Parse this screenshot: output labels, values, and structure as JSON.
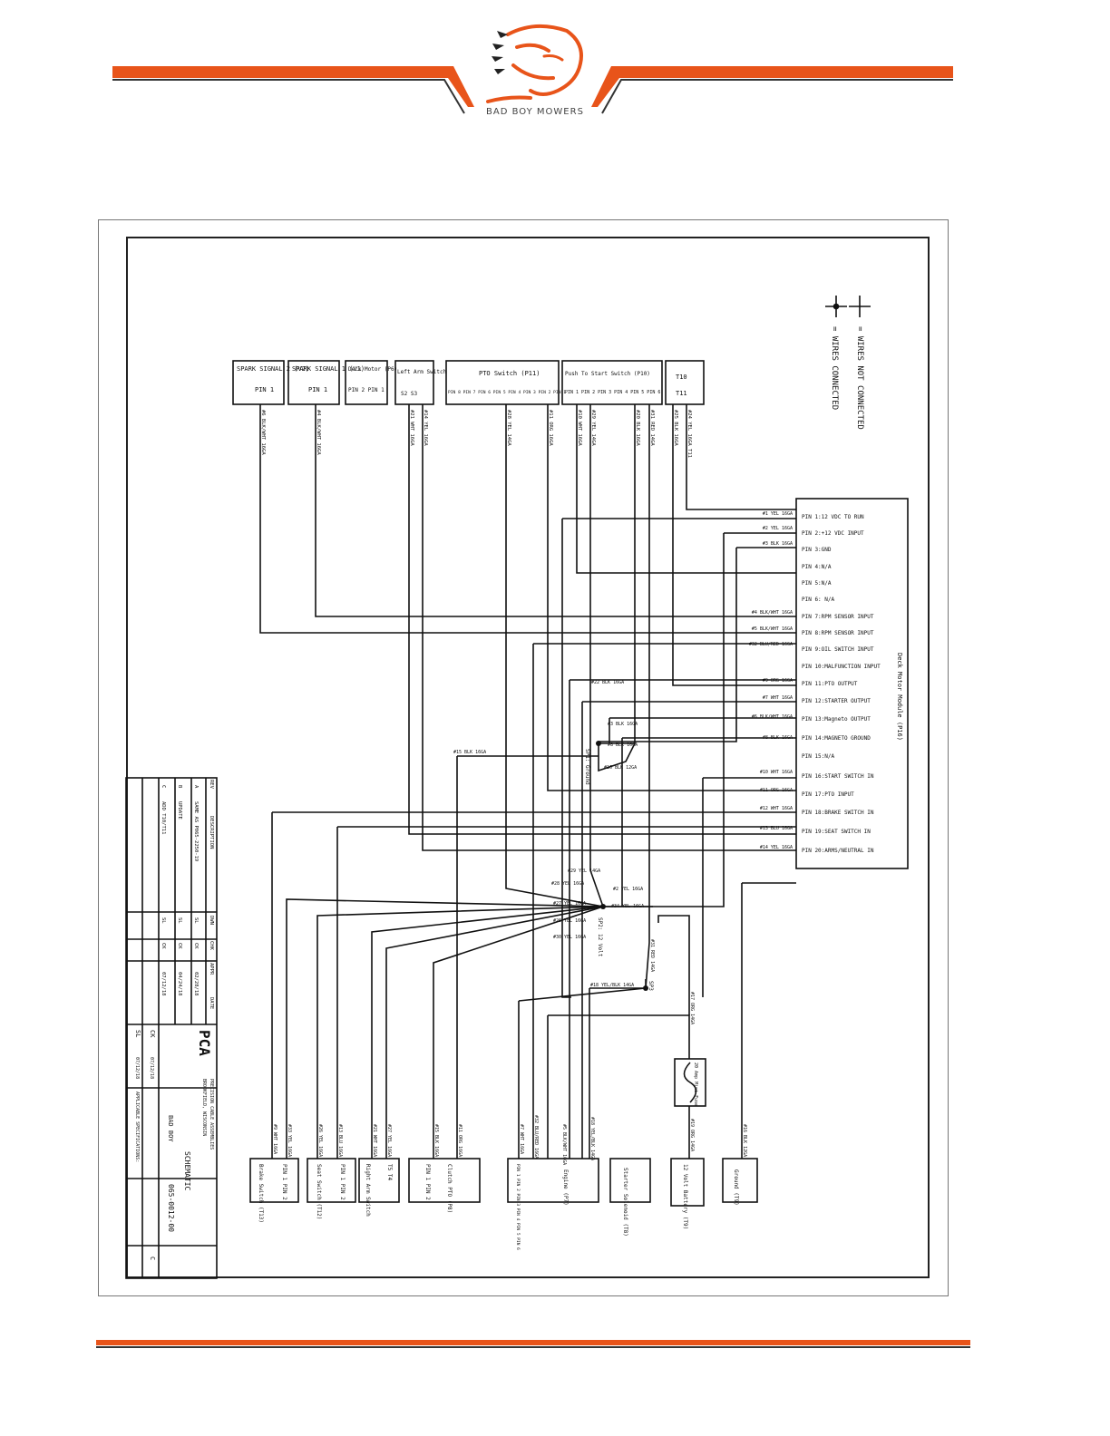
{
  "header": {
    "brand": "BAD BOY MOWERS",
    "accent_color": "#e8541a",
    "logo_icon": "bull-head-icon"
  },
  "legend": {
    "not_connected": "= WIRES NOT CONNECTED",
    "connected": "= WIRES CONNECTED"
  },
  "top_connectors": [
    {
      "title": "SPARK SIGNAL 2 (V2)",
      "pins": "PIN 1"
    },
    {
      "title": "SPARK SIGNAL 1 (V1)",
      "pins": "PIN 1"
    },
    {
      "title": "Deck Motor (P6)",
      "pins": "PIN 2   PIN 1"
    },
    {
      "title": "Left Arm Switch",
      "pins": "S2   S3"
    },
    {
      "title": "PTO Switch (P11)",
      "pins": "PIN 8  PIN 7  PIN 6  PIN 5  PIN 4  PIN 3  PIN 2  PIN 1"
    },
    {
      "title": "Push To Start Switch (P10)",
      "pins": "PIN 1  PIN 2  PIN 3  PIN 4  PIN 5  PIN 6"
    },
    {
      "title": "T10",
      "pins": "T11"
    }
  ],
  "top_wires": [
    "#6 BLK/WHT 16GA",
    "#4 BLK/WHT 16GA",
    "#21 WHT 16GA",
    "#14 YEL 16GA",
    "#28 YEL 14GA",
    "#11 ORG 16GA",
    "#10 WHT 16GA",
    "#29 YEL 14GA",
    "#20 BLK 16GA",
    "#31 RED 14GA",
    "#25 BLK 16GA",
    "#24 YEL 16GA T11"
  ],
  "module": {
    "title": "Deck Motor Module (P16)",
    "pins": [
      "PIN 1:12 VDC TO RUN",
      "PIN 2:+12 VDC INPUT",
      "PIN 3:GND",
      "PIN 4:N/A",
      "PIN 5:N/A",
      "PIN 6: N/A",
      "PIN 7:RPM SENSOR INPUT",
      "PIN 8:RPM SENSOR INPUT",
      "PIN 9:OIL SWITCH INPUT",
      "PIN 10:MALFUNCTION INPUT",
      "PIN 11:PTO OUTPUT",
      "PIN 12:STARTER OUTPUT",
      "PIN 13:Magneto OUTPUT",
      "PIN 14:MAGNETO GROUND",
      "PIN 15:N/A",
      "PIN 16:START SWITCH IN",
      "PIN 17:PTO INPUT",
      "PIN 18:BRAKE SWITCH IN",
      "PIN 19:SEAT SWITCH IN",
      "PIN 20:ARMS/NEUTRAL IN"
    ],
    "wires": [
      "#1 YEL 16GA",
      "#2 YEL 16GA",
      "#3 BLK 16GA",
      "#4 BLK/WHT 16GA",
      "#5 BLK/WHT 16GA",
      "#32 BLU/RED 16GA",
      "#9 ORG 16GA",
      "#7 WHT 16GA",
      "#6 BLK/WHT 16GA",
      "#8 BLK 16GA",
      "#10 WHT 16GA",
      "#11 ORG 16GA",
      "#12 WHT 16GA",
      "#13 BLU 16GA",
      "#14 YEL 16GA"
    ]
  },
  "splices": {
    "ground": {
      "label": "SP1: Ground",
      "wires": [
        "#22 BLK 16GA",
        "#3 BLK 16GA",
        "#8 BLK 16GA",
        "#16 BLK 12GA",
        "#15 BLK 16GA"
      ]
    },
    "v12": {
      "label": "SP2: 12 Volt",
      "wires": [
        "#29 YEL 14GA",
        "#28 YEL 16GA",
        "#2 YEL 16GA",
        "#27 YEL 16GA",
        "#34 YEL 16GA",
        "#26 YEL 16GA",
        "#30 YEL 16GA"
      ]
    },
    "sp3": {
      "label": "SP3",
      "wires": [
        "#31 RED 14GA",
        "#18 YEL/BLK 14GA"
      ]
    }
  },
  "fuse": {
    "label": "20 Amp Mini Fuse",
    "wire": "#17 ORG 14GA"
  },
  "bottom_connectors": [
    {
      "title": "Brake Switch (T13)",
      "pins": "PIN 1   PIN 2"
    },
    {
      "title": "Seat Switch (T12)",
      "pins": "PIN 1   PIN 2"
    },
    {
      "title": "Right Arm Switch",
      "pins": "T5   T4"
    },
    {
      "title": "Clutch PTO (P8)",
      "pins": "PIN 1   PIN 2"
    },
    {
      "title": "Engine (P7)",
      "pins": "PIN 1  PIN 2  PIN 3  PIN 4  PIN 5  PIN 6"
    },
    {
      "title": "Starter Solenoid (T8)",
      "pins": ""
    },
    {
      "title": "12 Volt Battery (T9)",
      "pins": ""
    },
    {
      "title": "Ground (T9)",
      "pins": ""
    }
  ],
  "bottom_wires": [
    "#9 WHT 16GA",
    "#33 YEL 16GA",
    "#26 YEL 16GA",
    "#13 BLU 16GA",
    "#21 WHT 16GA",
    "#27 YEL 16GA",
    "#15 BLK 16GA",
    "#11 ORG 16GA",
    "#7 WHT 16GA",
    "#32 BLU/RED 16GA",
    "#5 BLK/WHT 16GA",
    "#18 YEL/BLK 14GA",
    "#19 ORG 14GA",
    "#16 BLK 12GA"
  ],
  "revisions": {
    "headers": [
      "REV",
      "DESCRIPTION",
      "DWN",
      "CHK",
      "APPR",
      "DATE"
    ],
    "rows": [
      [
        "A",
        "SAME AS P065-2250-19",
        "SL",
        "CK",
        "",
        "02/28/18"
      ],
      [
        "B",
        "UPDATE",
        "SL",
        "CK",
        "",
        "04/24/18"
      ],
      [
        "C",
        "ADD T10/T11",
        "SL",
        "CK",
        "",
        "07/12/18"
      ]
    ]
  },
  "title_block": {
    "company": "PCA",
    "company_full": "PRECISION CABLE ASSEMBLIES",
    "location": "BROOKFIELD, WISCONSIN",
    "customer": "BAD BOY",
    "title": "SCHEMATIC",
    "part_no": "065-0012-00",
    "rev": "C",
    "drawn_by": "SL",
    "drawn_date": "07/12/18",
    "checked_by": "CK",
    "checked_date": "07/12/18",
    "notes": "APPLICABLE SPECIFICATIONS:"
  },
  "footer": {
    "bar_color": "#e8541a"
  }
}
